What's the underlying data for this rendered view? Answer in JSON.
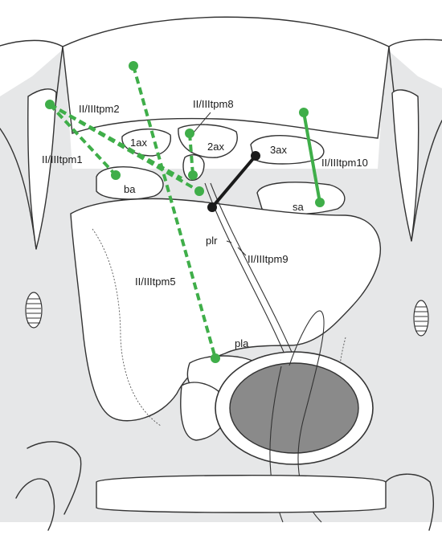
{
  "labels": {
    "tpm2": "II/IIItpm2",
    "tpm1": "II/IIItpm1",
    "tpm8": "II/IIItpm8",
    "ax1": "1ax",
    "ax2": "2ax",
    "ax3": "3ax",
    "tpm10": "II/IIItpm10",
    "ba": "ba",
    "sa": "sa",
    "plr": "plr",
    "tpm9": "II/IIItpm9",
    "tpm5": "II/IIItpm5",
    "pla": "pla"
  },
  "colors": {
    "muscle_green": "#3fae49",
    "muscle_black": "#1a1a1a",
    "tissue_grey": "#e6e7e8",
    "dark_grey": "#8a8a8a",
    "outline": "#333333"
  }
}
